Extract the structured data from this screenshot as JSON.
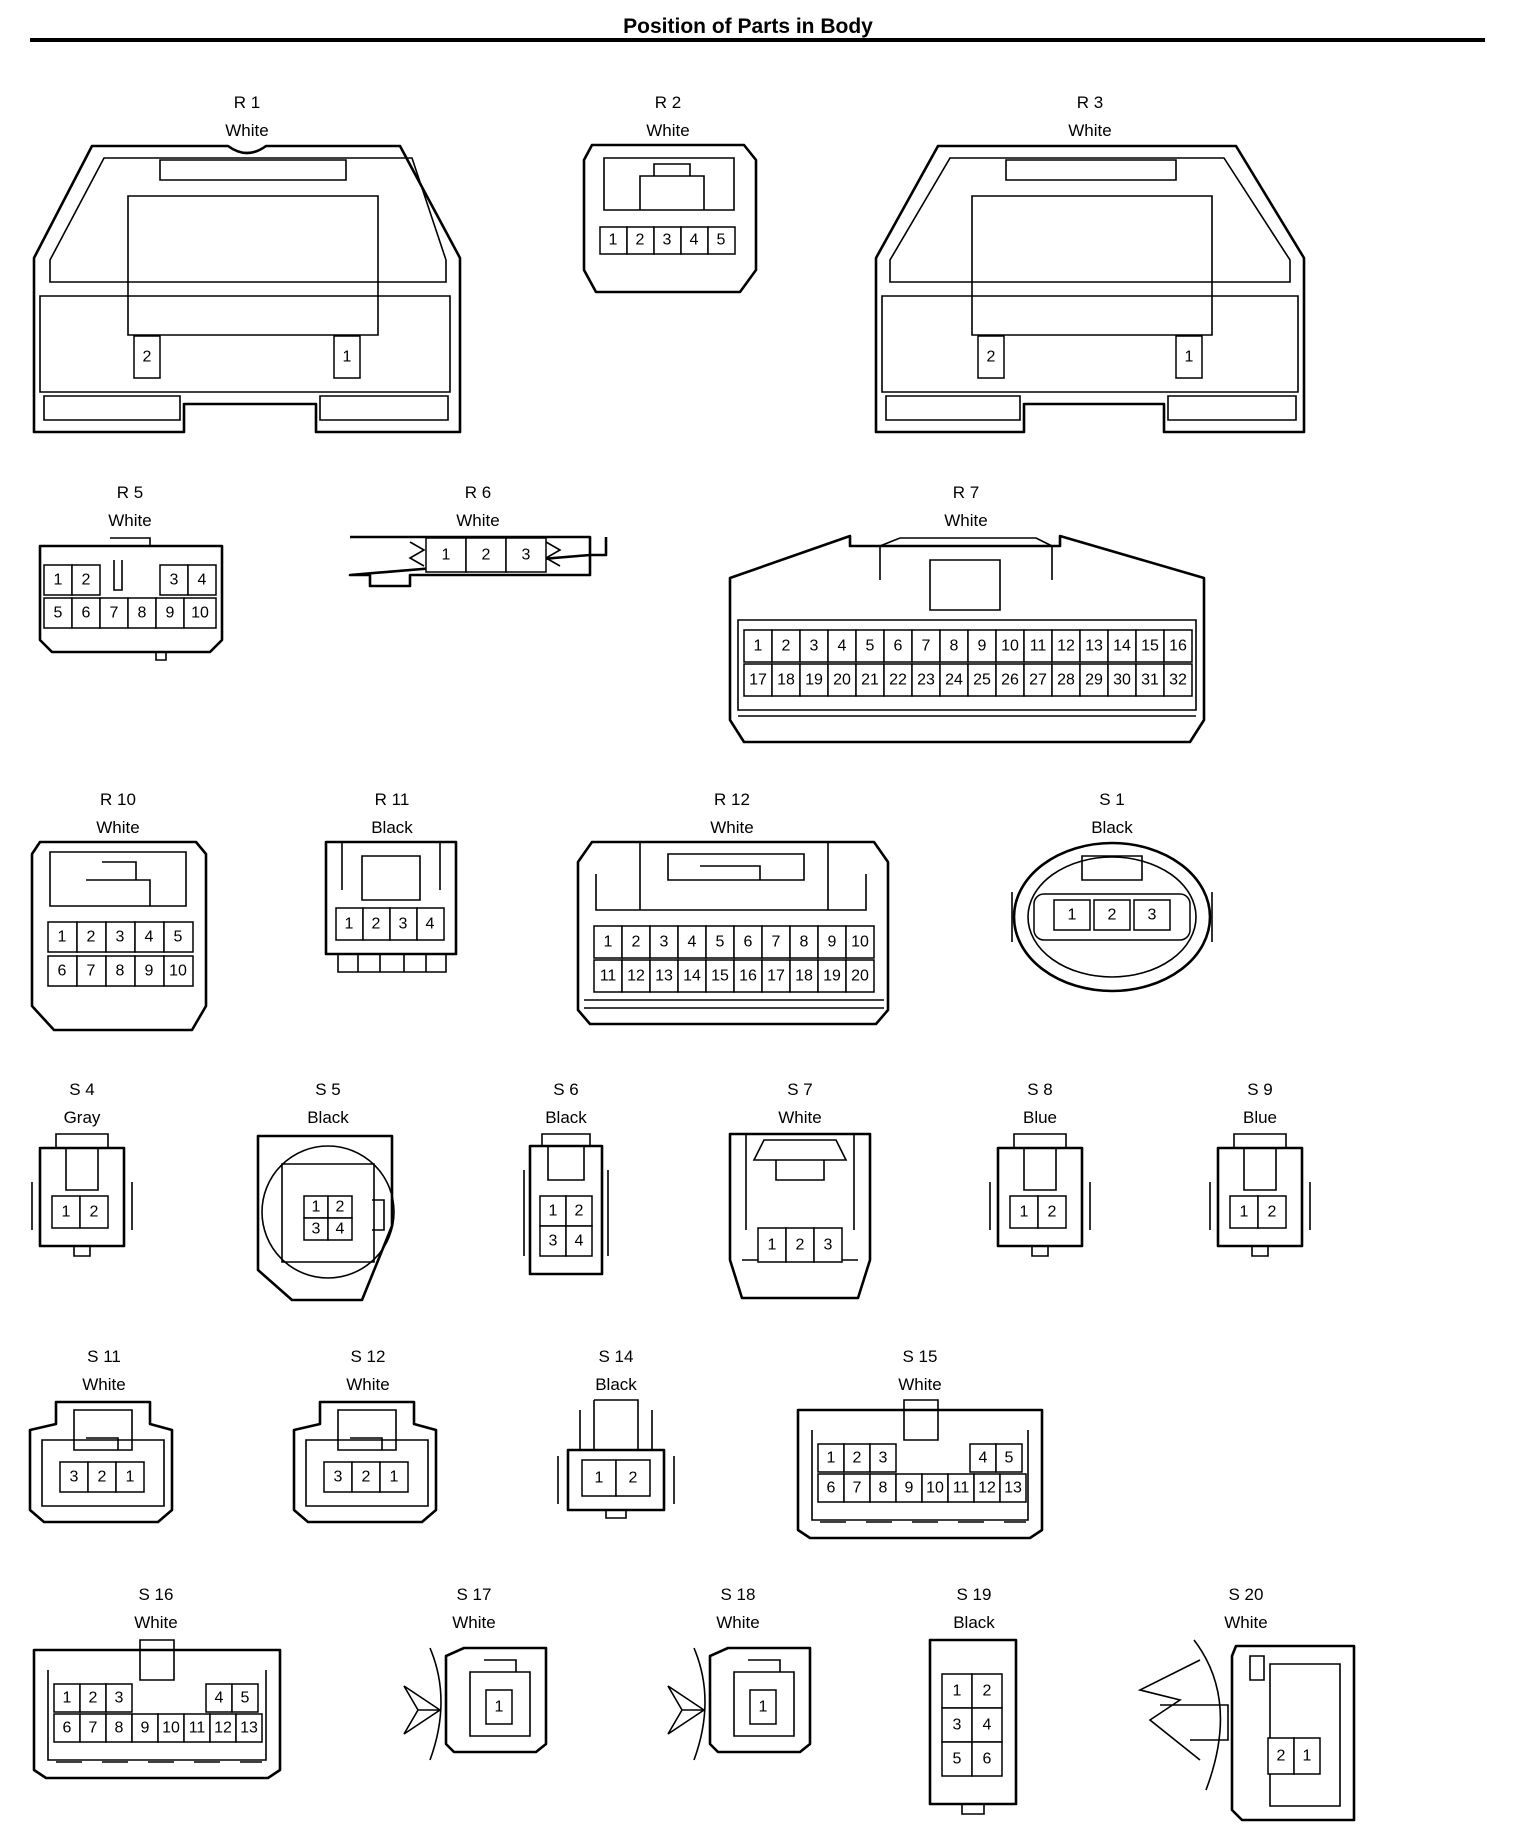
{
  "title": "Position of Parts in Body",
  "connectors": [
    {
      "code": "R 1",
      "color": "White",
      "pins": [
        "2",
        "1"
      ]
    },
    {
      "code": "R 2",
      "color": "White",
      "pins": [
        "1",
        "2",
        "3",
        "4",
        "5"
      ]
    },
    {
      "code": "R 3",
      "color": "White",
      "pins": [
        "2",
        "1"
      ]
    },
    {
      "code": "R 5",
      "color": "White",
      "pins": [
        "1",
        "2",
        "3",
        "4",
        "5",
        "6",
        "7",
        "8",
        "9",
        "10"
      ]
    },
    {
      "code": "R 6",
      "color": "White",
      "pins": [
        "1",
        "2",
        "3"
      ]
    },
    {
      "code": "R 7",
      "color": "White",
      "pins": [
        "1",
        "2",
        "3",
        "4",
        "5",
        "6",
        "7",
        "8",
        "9",
        "10",
        "11",
        "12",
        "13",
        "14",
        "15",
        "16",
        "17",
        "18",
        "19",
        "20",
        "21",
        "22",
        "23",
        "24",
        "25",
        "26",
        "27",
        "28",
        "29",
        "30",
        "31",
        "32"
      ]
    },
    {
      "code": "R 10",
      "color": "White",
      "pins": [
        "1",
        "2",
        "3",
        "4",
        "5",
        "6",
        "7",
        "8",
        "9",
        "10"
      ]
    },
    {
      "code": "R 11",
      "color": "Black",
      "pins": [
        "1",
        "2",
        "3",
        "4"
      ]
    },
    {
      "code": "R 12",
      "color": "White",
      "pins": [
        "1",
        "2",
        "3",
        "4",
        "5",
        "6",
        "7",
        "8",
        "9",
        "10",
        "11",
        "12",
        "13",
        "14",
        "15",
        "16",
        "17",
        "18",
        "19",
        "20"
      ]
    },
    {
      "code": "S 1",
      "color": "Black",
      "pins": [
        "1",
        "2",
        "3"
      ]
    },
    {
      "code": "S 4",
      "color": "Gray",
      "pins": [
        "1",
        "2"
      ]
    },
    {
      "code": "S 5",
      "color": "Black",
      "pins": [
        "1",
        "2",
        "3",
        "4"
      ]
    },
    {
      "code": "S 6",
      "color": "Black",
      "pins": [
        "1",
        "2",
        "3",
        "4"
      ]
    },
    {
      "code": "S 7",
      "color": "White",
      "pins": [
        "1",
        "2",
        "3"
      ]
    },
    {
      "code": "S 8",
      "color": "Blue",
      "pins": [
        "1",
        "2"
      ]
    },
    {
      "code": "S 9",
      "color": "Blue",
      "pins": [
        "1",
        "2"
      ]
    },
    {
      "code": "S 11",
      "color": "White",
      "pins": [
        "3",
        "2",
        "1"
      ]
    },
    {
      "code": "S 12",
      "color": "White",
      "pins": [
        "3",
        "2",
        "1"
      ]
    },
    {
      "code": "S 14",
      "color": "Black",
      "pins": [
        "1",
        "2"
      ]
    },
    {
      "code": "S 15",
      "color": "White",
      "pins": [
        "1",
        "2",
        "3",
        "4",
        "5",
        "6",
        "7",
        "8",
        "9",
        "10",
        "11",
        "12",
        "13"
      ]
    },
    {
      "code": "S 16",
      "color": "White",
      "pins": [
        "1",
        "2",
        "3",
        "4",
        "5",
        "6",
        "7",
        "8",
        "9",
        "10",
        "11",
        "12",
        "13"
      ]
    },
    {
      "code": "S 17",
      "color": "White",
      "pins": [
        "1"
      ]
    },
    {
      "code": "S 18",
      "color": "White",
      "pins": [
        "1"
      ]
    },
    {
      "code": "S 19",
      "color": "Black",
      "pins": [
        "1",
        "2",
        "3",
        "4",
        "5",
        "6"
      ]
    },
    {
      "code": "S 20",
      "color": "White",
      "pins": [
        "2",
        "1"
      ]
    }
  ]
}
